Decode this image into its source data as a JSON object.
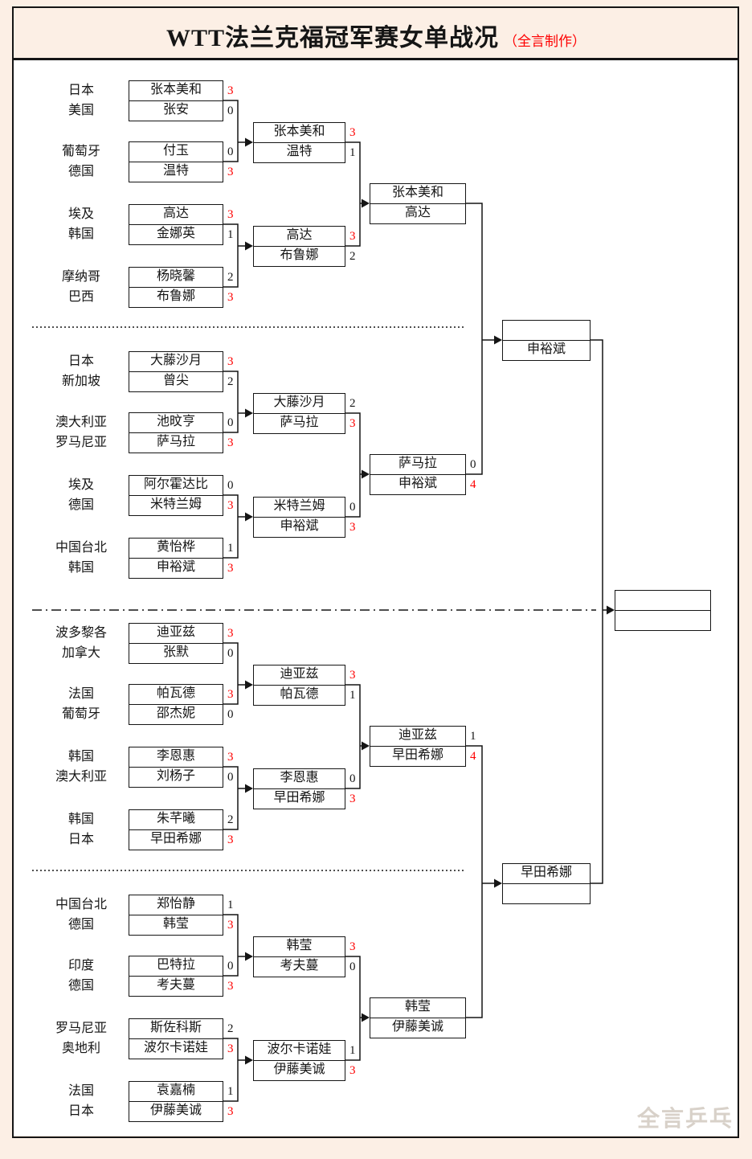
{
  "header": {
    "title": "WTT法兰克福冠军赛女单战况",
    "subtitle": "（全言制作）"
  },
  "watermark": "全言乒乓",
  "colors": {
    "background": "#fcefe5",
    "frame": "#151515",
    "winner_score": "#fe0000",
    "loser_score": "#151515"
  },
  "r32": [
    {
      "c1": "日本",
      "p1": "张本美和",
      "s1": "3",
      "c2": "美国",
      "p2": "张安",
      "s2": "0"
    },
    {
      "c1": "葡萄牙",
      "p1": "付玉",
      "s1": "0",
      "c2": "德国",
      "p2": "温特",
      "s2": "3"
    },
    {
      "c1": "埃及",
      "p1": "高达",
      "s1": "3",
      "c2": "韩国",
      "p2": "金娜英",
      "s2": "1"
    },
    {
      "c1": "摩纳哥",
      "p1": "杨晓馨",
      "s1": "2",
      "c2": "巴西",
      "p2": "布鲁娜",
      "s2": "3"
    },
    {
      "c1": "日本",
      "p1": "大藤沙月",
      "s1": "3",
      "c2": "新加坡",
      "p2": "曾尖",
      "s2": "2"
    },
    {
      "c1": "澳大利亚",
      "p1": "池旼亨",
      "s1": "0",
      "c2": "罗马尼亚",
      "p2": "萨马拉",
      "s2": "3"
    },
    {
      "c1": "埃及",
      "p1": "阿尔霍达比",
      "s1": "0",
      "c2": "德国",
      "p2": "米特兰姆",
      "s2": "3"
    },
    {
      "c1": "中国台北",
      "p1": "黄怡桦",
      "s1": "1",
      "c2": "韩国",
      "p2": "申裕斌",
      "s2": "3"
    },
    {
      "c1": "波多黎各",
      "p1": "迪亚兹",
      "s1": "3",
      "c2": "加拿大",
      "p2": "张默",
      "s2": "0"
    },
    {
      "c1": "法国",
      "p1": "帕瓦德",
      "s1": "3",
      "c2": "葡萄牙",
      "p2": "邵杰妮",
      "s2": "0"
    },
    {
      "c1": "韩国",
      "p1": "李恩惠",
      "s1": "3",
      "c2": "澳大利亚",
      "p2": "刘杨子",
      "s2": "0"
    },
    {
      "c1": "韩国",
      "p1": "朱芊曦",
      "s1": "2",
      "c2": "日本",
      "p2": "早田希娜",
      "s2": "3"
    },
    {
      "c1": "中国台北",
      "p1": "郑怡静",
      "s1": "1",
      "c2": "德国",
      "p2": "韩莹",
      "s2": "3"
    },
    {
      "c1": "印度",
      "p1": "巴特拉",
      "s1": "0",
      "c2": "德国",
      "p2": "考夫蔓",
      "s2": "3"
    },
    {
      "c1": "罗马尼亚",
      "p1": "斯佐科斯",
      "s1": "2",
      "c2": "奥地利",
      "p2": "波尔卡诺娃",
      "s2": "3"
    },
    {
      "c1": "法国",
      "p1": "袁嘉楠",
      "s1": "1",
      "c2": "日本",
      "p2": "伊藤美诚",
      "s2": "3"
    }
  ],
  "r16": [
    {
      "p1": "张本美和",
      "s1": "3",
      "p2": "温特",
      "s2": "1"
    },
    {
      "p1": "高达",
      "s1": "3",
      "p2": "布鲁娜",
      "s2": "2"
    },
    {
      "p1": "大藤沙月",
      "s1": "2",
      "p2": "萨马拉",
      "s2": "3"
    },
    {
      "p1": "米特兰姆",
      "s1": "0",
      "p2": "申裕斌",
      "s2": "3"
    },
    {
      "p1": "迪亚兹",
      "s1": "3",
      "p2": "帕瓦德",
      "s2": "1"
    },
    {
      "p1": "李恩惠",
      "s1": "0",
      "p2": "早田希娜",
      "s2": "3"
    },
    {
      "p1": "韩莹",
      "s1": "3",
      "p2": "考夫蔓",
      "s2": "0"
    },
    {
      "p1": "波尔卡诺娃",
      "s1": "1",
      "p2": "伊藤美诚",
      "s2": "3"
    }
  ],
  "qf": [
    {
      "p1": "张本美和",
      "s1": "",
      "p2": "高达",
      "s2": ""
    },
    {
      "p1": "萨马拉",
      "s1": "0",
      "p2": "申裕斌",
      "s2": "4"
    },
    {
      "p1": "迪亚兹",
      "s1": "1",
      "p2": "早田希娜",
      "s2": "4"
    },
    {
      "p1": "韩莹",
      "s1": "",
      "p2": "伊藤美诚",
      "s2": ""
    }
  ],
  "sf": [
    {
      "p1": "",
      "p2": "申裕斌"
    },
    {
      "p1": "早田希娜",
      "p2": ""
    }
  ],
  "final": {
    "p1": "",
    "p2": ""
  }
}
